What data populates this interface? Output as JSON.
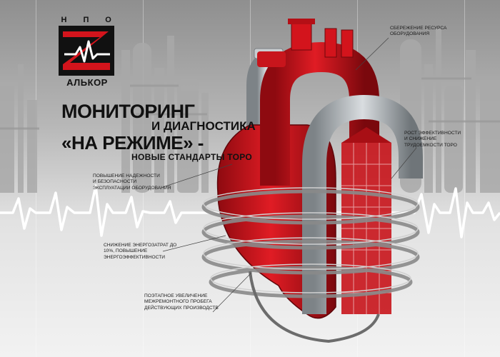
{
  "brand": {
    "npo_letters": [
      "Н",
      "П",
      "О"
    ],
    "name": "АЛЬКОР"
  },
  "headline": {
    "line1": "МОНИТОРИНГ",
    "line2": "И ДИАГНОСТИКА",
    "line3": "«НА РЕЖИМЕ» -",
    "line4": "НОВЫЕ СТАНДАРТЫ ТОРО"
  },
  "callouts": [
    {
      "lines": [
        "СБЕРЕЖЕНИЕ РЕСУРСА",
        "ОБОРУДОВАНИЯ"
      ]
    },
    {
      "lines": [
        "РОСТ ЭФФЕКТИВНОСТИ",
        "И СНИЖЕНИЕ",
        "ТРУДОЕМКОСТИ ТОРО"
      ]
    },
    {
      "lines": [
        "ПОВЫШЕНИЕ НАДЕЖНОСТИ",
        "И БЕЗОПАСНОСТИ",
        "ЭКСПЛУАТАЦИИ ОБОРУДОВАНИЯ"
      ]
    },
    {
      "lines": [
        "СНИЖЕНИЕ ЭНЕРГОЗАТРАТ ДО",
        "10%, ПОВЫШЕНИЕ",
        "ЭНЕРГОЭФФЕКТИВНОСТИ"
      ]
    },
    {
      "lines": [
        "ПОЭТАПНОЕ УВЕЛИЧЕНИЕ",
        "МЕЖРЕМОНТНОГО ПРОБЕГА",
        "ДЕЙСТВУЮЩИХ ПРОИЗВОДСТВ"
      ]
    }
  ],
  "colors": {
    "heart_red": "#d3141c",
    "heart_dark": "#8e0a10",
    "pipe_gray": "#b9bec2",
    "logo_black": "#111111"
  }
}
